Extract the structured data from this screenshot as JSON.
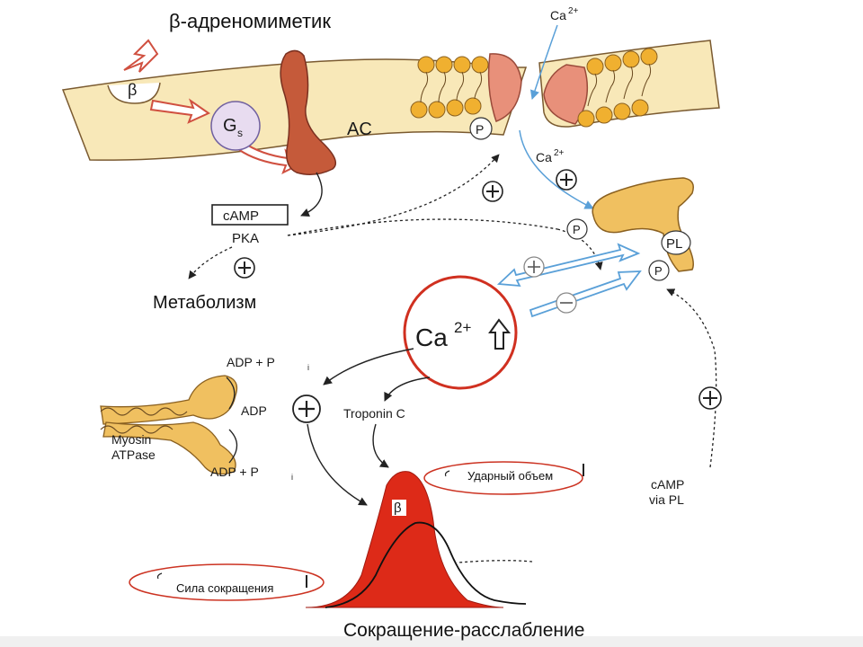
{
  "labels": {
    "beta_agonist": "β-адреномиметик",
    "beta_receptor": "β",
    "gs": "G",
    "gs_sub": "s",
    "ac": "AC",
    "ca_top": "Ca",
    "ca_top_sup": "2+",
    "ca_mid": "Ca",
    "ca_mid_sup": "2+",
    "p": "P",
    "camp": "cAMP",
    "pka": "PKA",
    "metabolism": "Метаболизм",
    "pl": "PL",
    "ca_central": "Ca",
    "ca_central_sup": "2+",
    "adp_pi_top": "ADP + P",
    "adp_pi_top_sub": "i",
    "adp": "ADP",
    "adp_pi_bottom": "ADP + P",
    "adp_pi_bottom_sub": "i",
    "myosin": "Myosin",
    "atpase": "ATPase",
    "troponin_c": "Troponin C",
    "stroke_volume": "Ударный объем",
    "contraction_force": "Сила сокращения",
    "camp_via": "cAMP",
    "via_pl": "via PL",
    "curve_beta": "β",
    "contraction_relaxation": "Сокращение-расслабление"
  },
  "colors": {
    "membrane": "#f8e8b8",
    "membrane_edge": "#7a5a30",
    "ac_fill": "#c55a3a",
    "lipid_head": "#f0b030",
    "channel": "#e8907a",
    "pl_fill": "#f0c060",
    "ca_ring": "#d03020",
    "red_curve": "#dd2a18",
    "blue_arrow": "#5aa0d8",
    "oval_stroke": "#cc3322"
  },
  "icons": [
    "plus-circle-icon",
    "minus-circle-icon",
    "up-arrow-icon"
  ]
}
